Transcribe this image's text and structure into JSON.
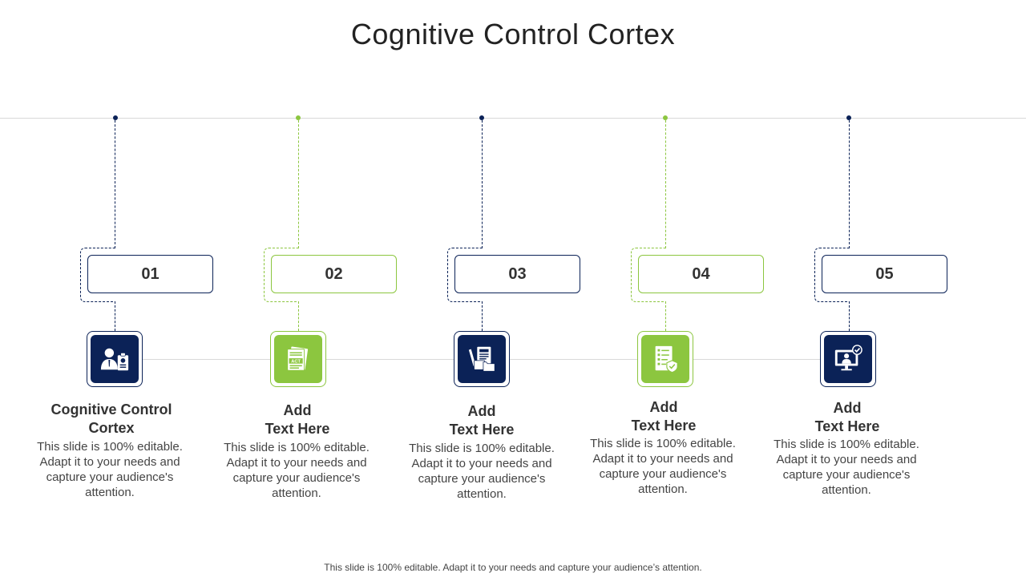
{
  "title": "Cognitive Control Cortex",
  "footer": "This slide is 100% editable. Adapt it to your needs and capture your audience’s attention.",
  "colors": {
    "navy": "#0b2257",
    "green": "#8cc63f",
    "line": "#d9d9d9"
  },
  "steps": [
    {
      "number": "01",
      "heading_line1": "Cognitive Control",
      "heading_line2": "Cortex",
      "description": "This slide is 100% editable. Adapt it to your needs and capture your audience's attention.",
      "icon": "businessman-badge-icon",
      "color": "navy"
    },
    {
      "number": "02",
      "heading_line1": "Add",
      "heading_line2": "Text Here",
      "description": "This slide is 100% editable. Adapt it to your needs and capture your audience's attention.",
      "icon": "act-document-icon",
      "color": "green"
    },
    {
      "number": "03",
      "heading_line1": "Add",
      "heading_line2": "Text Here",
      "description": "This slide is 100% editable. Adapt it to your needs and capture your audience's attention.",
      "icon": "documents-folder-icon",
      "color": "navy"
    },
    {
      "number": "04",
      "heading_line1": "Add",
      "heading_line2": "Text Here",
      "description": "This slide is 100% editable. Adapt it to your needs and capture your audience's attention.",
      "icon": "checklist-shield-icon",
      "color": "green"
    },
    {
      "number": "05",
      "heading_line1": "Add",
      "heading_line2": "Text Here",
      "description": "This slide is 100% editable. Adapt it to your needs and capture your audience's attention.",
      "icon": "monitor-user-check-icon",
      "color": "navy"
    }
  ]
}
